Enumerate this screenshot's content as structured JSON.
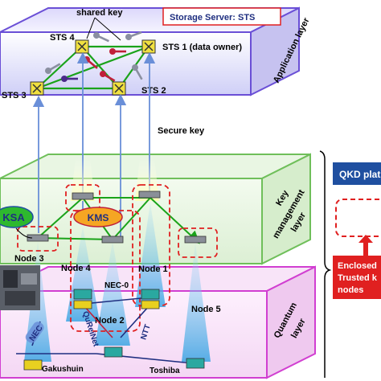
{
  "labels": {
    "shared_key": "shared key",
    "storage_server": "Storage Server: STS",
    "sts1": "STS 1 (data owner)",
    "sts2": "STS 2",
    "sts3": "STS 3",
    "sts4": "STS 4",
    "application_layer": "Application layer",
    "secure_key": "Secure key",
    "key_management_layer_1": "Key",
    "key_management_layer_2": "management",
    "key_management_layer_3": "layer",
    "quantum_layer_1": "Quantum",
    "quantum_layer_2": "layer",
    "qkd_platform": "QKD plat",
    "ksa": "KSA",
    "kms": "KMS",
    "node1": "Node 1",
    "node2": "Node 2",
    "node3": "Node 3",
    "node4": "Node 4",
    "node5": "Node 5",
    "nec0": "NEC-0",
    "nec": "NEC",
    "qureinet": "QuReiNet",
    "ntt": "NTT",
    "gakushuin": "Gakushuin",
    "toshiba": "Toshiba",
    "enclosed_1": "Enclosed",
    "enclosed_2": "Trusted k",
    "enclosed_3": "nodes"
  },
  "colors": {
    "layer_purple": "#6a4fd6",
    "layer_green": "#6fbf5a",
    "layer_magenta": "#d13fd1",
    "link_green": "#1aa31a",
    "key_link_blue": "#6a8fd8",
    "red_dash": "#e02020",
    "kms_orange": "#f5a623",
    "ksa_green": "#2eb82e",
    "qkd_box": "#1f4fa0"
  }
}
